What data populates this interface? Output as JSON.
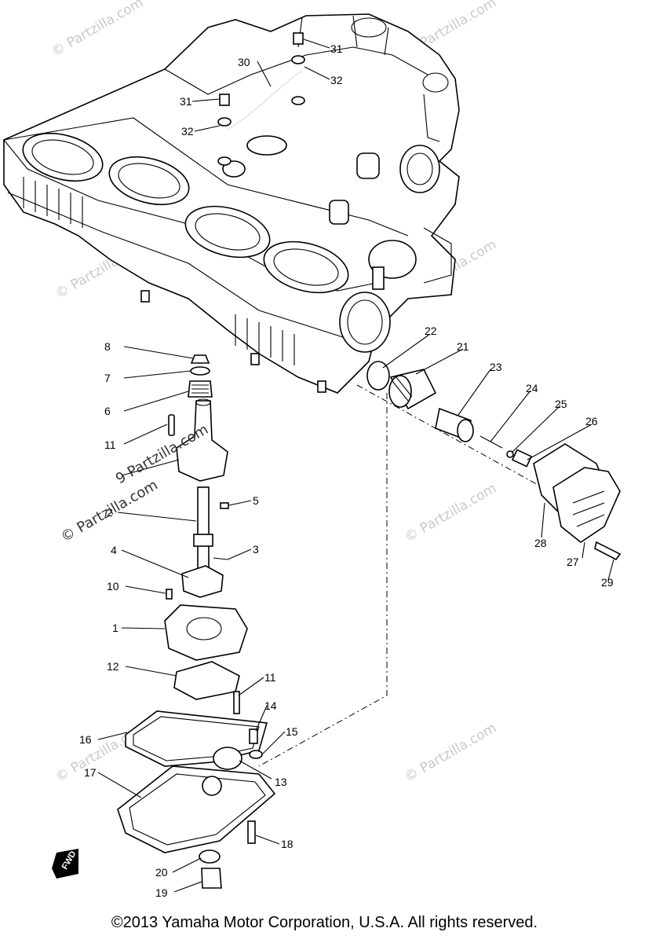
{
  "watermarks": {
    "faint": "© Partzilla.com",
    "side": "© Partzilla.com",
    "inline": "9 Partzilla.com"
  },
  "parts_labels": {
    "p1": "1",
    "p2": "2",
    "p3": "3",
    "p4": "4",
    "p5": "5",
    "p6": "6",
    "p7": "7",
    "p8": "8",
    "p10": "10",
    "p11a": "11",
    "p11b": "11",
    "p12": "12",
    "p13": "13",
    "p14": "14",
    "p15": "15",
    "p16": "16",
    "p17": "17",
    "p18": "18",
    "p19": "19",
    "p20": "20",
    "p21": "21",
    "p22": "22",
    "p23": "23",
    "p24": "24",
    "p25": "25",
    "p26": "26",
    "p27": "27",
    "p28": "28",
    "p29": "29",
    "p30": "30",
    "p31a": "31",
    "p31b": "31",
    "p32a": "32",
    "p32b": "32"
  },
  "direction_marker": "FWD",
  "copyright": "©2013 Yamaha Motor Corporation, U.S.A. All rights reserved."
}
